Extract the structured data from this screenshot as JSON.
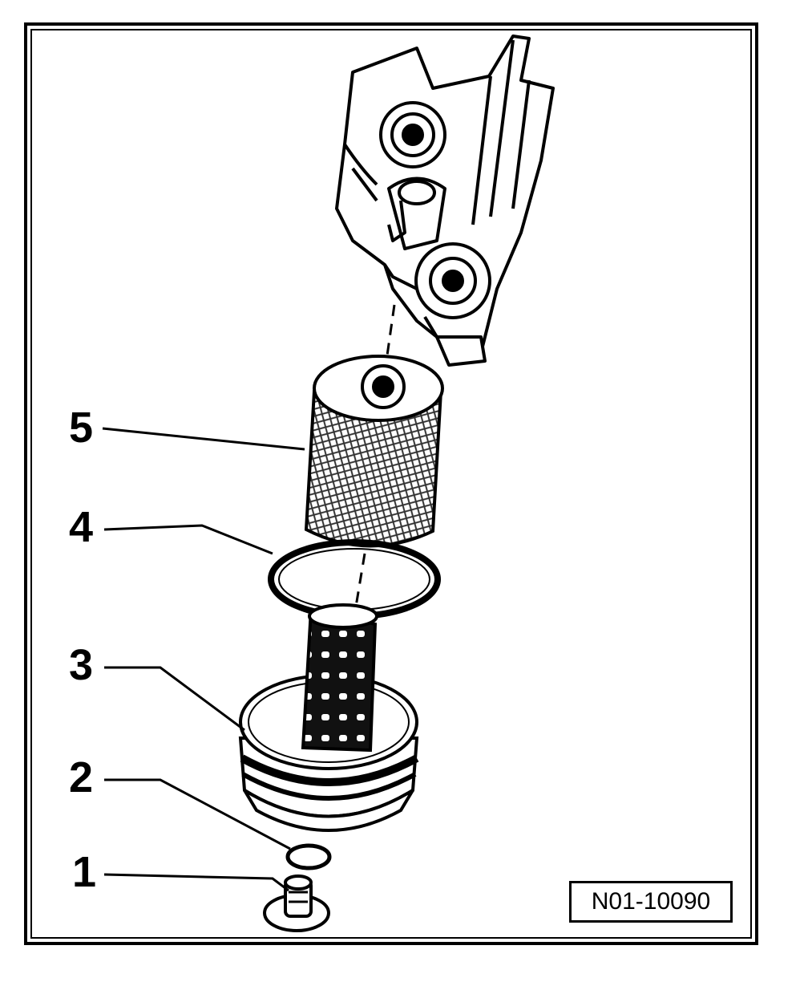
{
  "diagram": {
    "callouts": [
      {
        "id": "1",
        "label": "1"
      },
      {
        "id": "2",
        "label": "2"
      },
      {
        "id": "3",
        "label": "3"
      },
      {
        "id": "4",
        "label": "4"
      },
      {
        "id": "5",
        "label": "5"
      }
    ],
    "figure_id": "N01-10090"
  },
  "colors": {
    "line": "#000000",
    "background": "#ffffff",
    "hatch": "#555555"
  }
}
